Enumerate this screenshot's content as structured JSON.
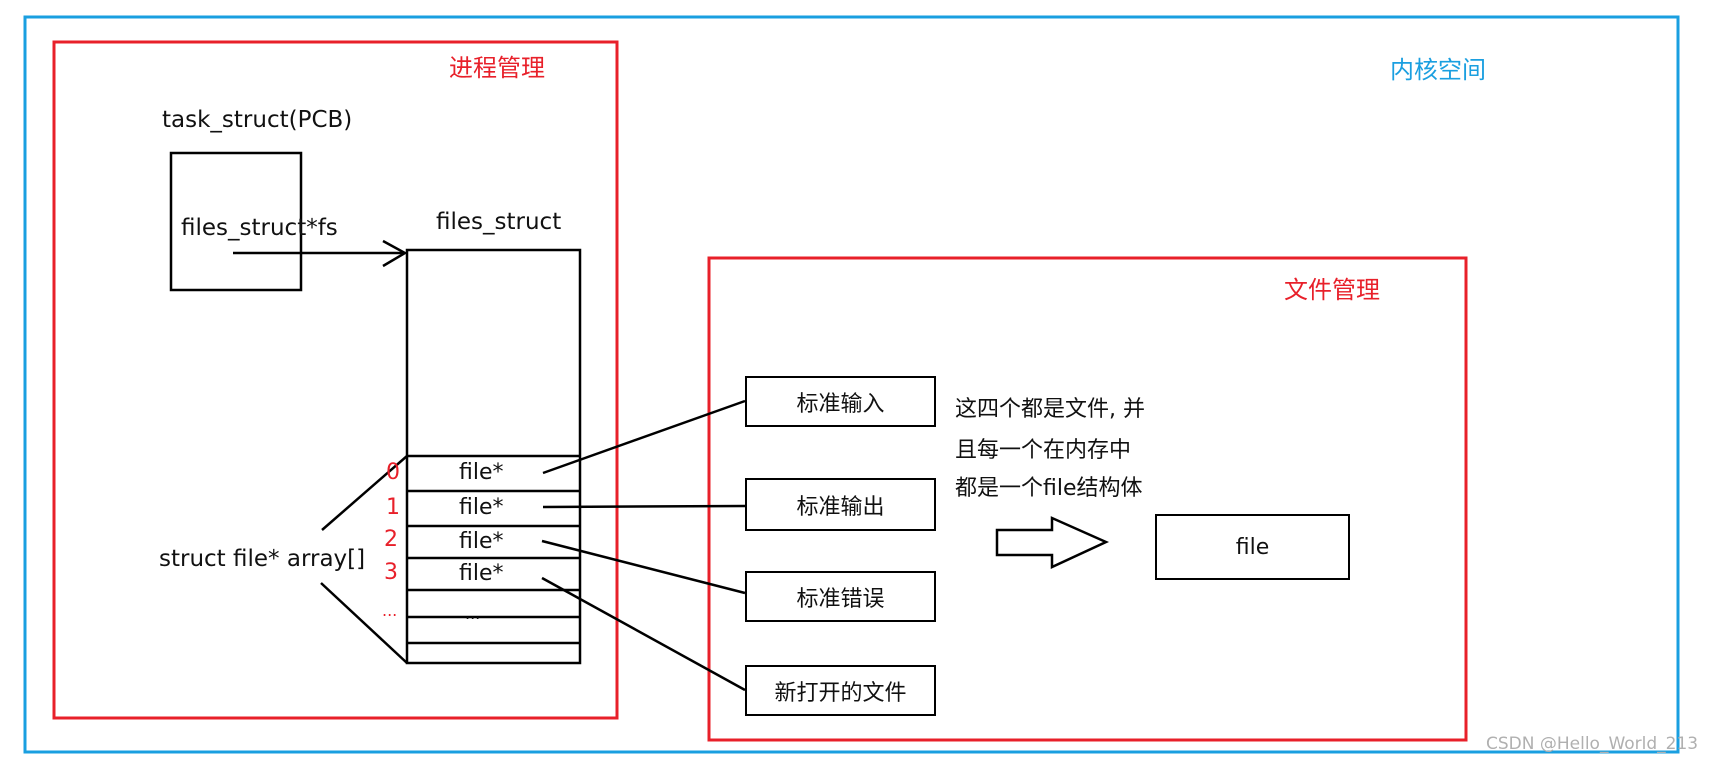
{
  "regions": {
    "kernel_label": "内核空间",
    "process_label": "进程管理",
    "file_label": "文件管理"
  },
  "process": {
    "task_struct_label": "task_struct(PCB)",
    "files_pointer_label": "files_struct*fs",
    "files_struct_label": "files_struct",
    "array_label": "struct file* array[]",
    "slots": [
      {
        "index": "0",
        "text": "file*"
      },
      {
        "index": "1",
        "text": "file*"
      },
      {
        "index": "2",
        "text": "file*"
      },
      {
        "index": "3",
        "text": "file*"
      },
      {
        "index": "...",
        "text": "..."
      }
    ]
  },
  "files": {
    "items": [
      "标准输入",
      "标准输出",
      "标准错误",
      "新打开的文件"
    ],
    "note_lines": [
      "这四个都是文件, 并",
      "且每一个在内存中",
      "都是一个file结构体"
    ],
    "file_box": "file"
  },
  "watermark": "CSDN @Hello_World_213",
  "colors": {
    "kernel_border": "#1a9fe0",
    "region_border": "#e8202a",
    "index_color": "#e8202a"
  }
}
